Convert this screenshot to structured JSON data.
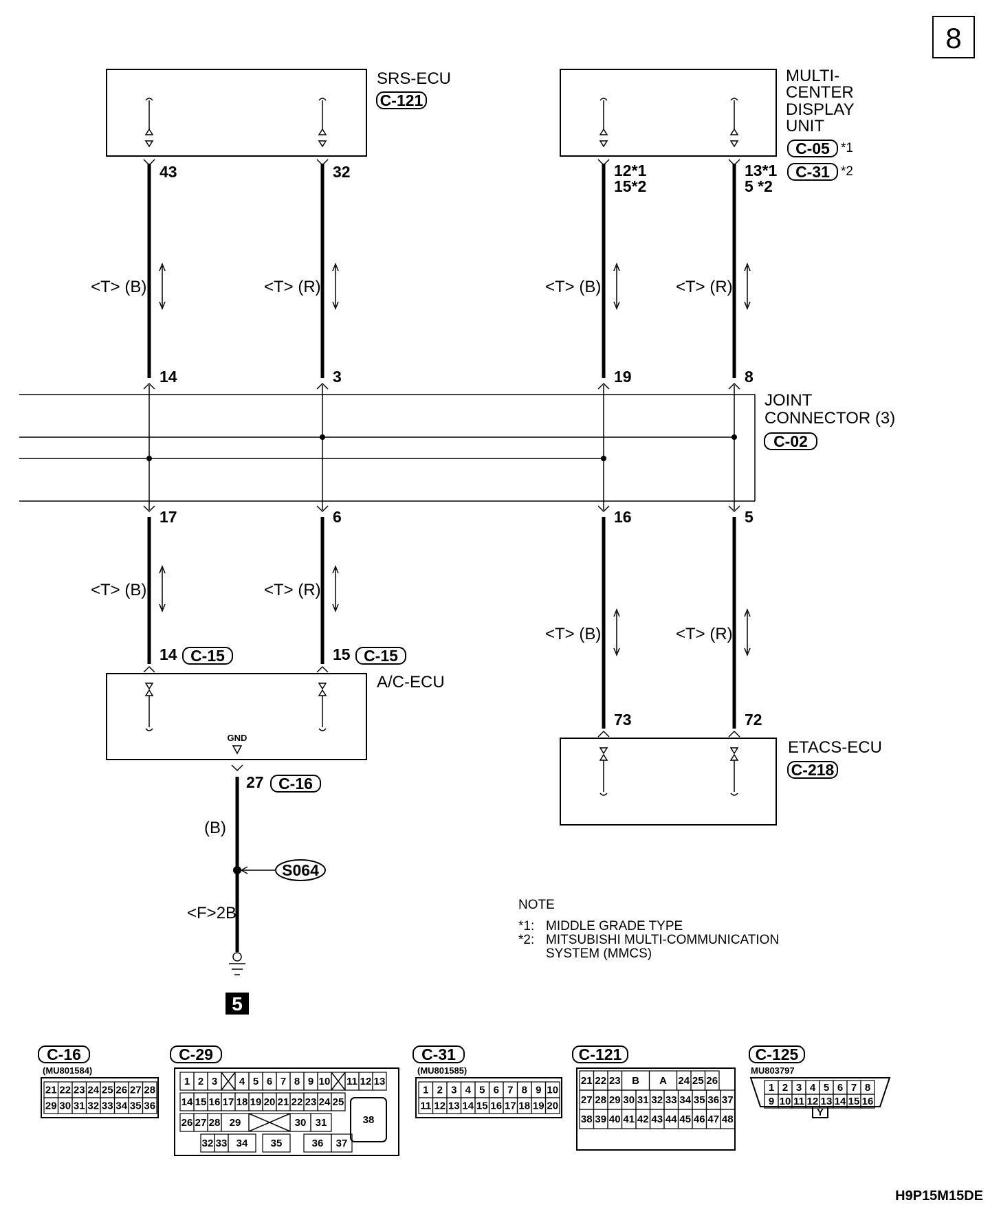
{
  "page_number": "8",
  "figure_id": "H9P15M15DE",
  "components": {
    "srs": {
      "name": "SRS-ECU",
      "connector": "C-121"
    },
    "mcdu": {
      "name_lines": [
        "MULTI-",
        "CENTER",
        "DISPLAY",
        "UNIT"
      ],
      "connector_1": "C-05",
      "connector_1_mark": "*1",
      "connector_2": "C-31",
      "connector_2_mark": "*2"
    },
    "joint": {
      "name_lines": [
        "JOINT",
        "CONNECTOR (3)"
      ],
      "connector": "C-02"
    },
    "ac": {
      "name": "A/C-ECU",
      "gnd": "GND"
    },
    "etacs": {
      "name": "ETACS-ECU",
      "connector": "C-218"
    }
  },
  "pins": {
    "srs_1": "43",
    "srs_2": "32",
    "mcdu_1a": "12*1",
    "mcdu_1b": "15*2",
    "mcdu_2a": "13*1",
    "mcdu_2b": "5 *2",
    "joint_top": [
      "14",
      "3",
      "19",
      "8"
    ],
    "joint_bottom": [
      "17",
      "6",
      "16",
      "5"
    ],
    "ac_1": "14",
    "ac_2": "15",
    "ac_conn": "C-15",
    "ac_gnd_pin": "27",
    "ac_gnd_conn": "C-16",
    "etacs_1": "73",
    "etacs_2": "72"
  },
  "wire_labels": {
    "b": "<T> (B)",
    "r": "<T> (R)",
    "gnd_color": "(B)",
    "ground_point": "<F>2B"
  },
  "splice": "S064",
  "ground_ref": "5",
  "note": {
    "title": "NOTE",
    "items": [
      {
        "mark": "*1:",
        "text": "MIDDLE GRADE TYPE"
      },
      {
        "mark": "*2:",
        "text": "MITSUBISHI MULTI-COMMUNICATION"
      },
      {
        "mark": "",
        "text": "SYSTEM (MMCS)"
      }
    ]
  },
  "connector_views": [
    {
      "id": "C-16",
      "part": "(MU801584)",
      "rows": [
        [
          "21",
          "22",
          "23",
          "24",
          "25",
          "26",
          "27",
          "28"
        ],
        [
          "29",
          "30",
          "31",
          "32",
          "33",
          "34",
          "35",
          "36"
        ]
      ]
    },
    {
      "id": "C-29",
      "part": "",
      "rows": [
        [
          "1",
          "2",
          "3",
          "",
          "4",
          "5",
          "6",
          "7",
          "8",
          "9",
          "10",
          "",
          "11",
          "12",
          "13"
        ],
        [
          "14",
          "15",
          "16",
          "17",
          "18",
          "19",
          "20",
          "21",
          "22",
          "23",
          "24",
          "25"
        ],
        [
          "26",
          "27",
          "28",
          "29",
          "",
          "30",
          "31"
        ],
        [
          "32",
          "33",
          "34",
          "35",
          "36",
          "37"
        ]
      ],
      "big_pin": "38"
    },
    {
      "id": "C-31",
      "part": "(MU801585)",
      "rows": [
        [
          "1",
          "2",
          "3",
          "4",
          "5",
          "6",
          "7",
          "8",
          "9",
          "10"
        ],
        [
          "11",
          "12",
          "13",
          "14",
          "15",
          "16",
          "17",
          "18",
          "19",
          "20"
        ]
      ]
    },
    {
      "id": "C-121",
      "part": "",
      "rows": [
        [
          "21",
          "22",
          "23",
          "B",
          "A",
          "24",
          "25",
          "26"
        ],
        [
          "27",
          "28",
          "29",
          "30",
          "31",
          "32",
          "33",
          "34",
          "35",
          "36",
          "37"
        ],
        [
          "38",
          "39",
          "40",
          "41",
          "42",
          "43",
          "44",
          "45",
          "46",
          "47",
          "48"
        ]
      ]
    },
    {
      "id": "C-125",
      "part": "MU803797",
      "rows": [
        [
          "1",
          "2",
          "3",
          "4",
          "5",
          "6",
          "7",
          "8"
        ],
        [
          "9",
          "10",
          "11",
          "12",
          "13",
          "14",
          "15",
          "16"
        ]
      ],
      "key": "Y"
    }
  ]
}
